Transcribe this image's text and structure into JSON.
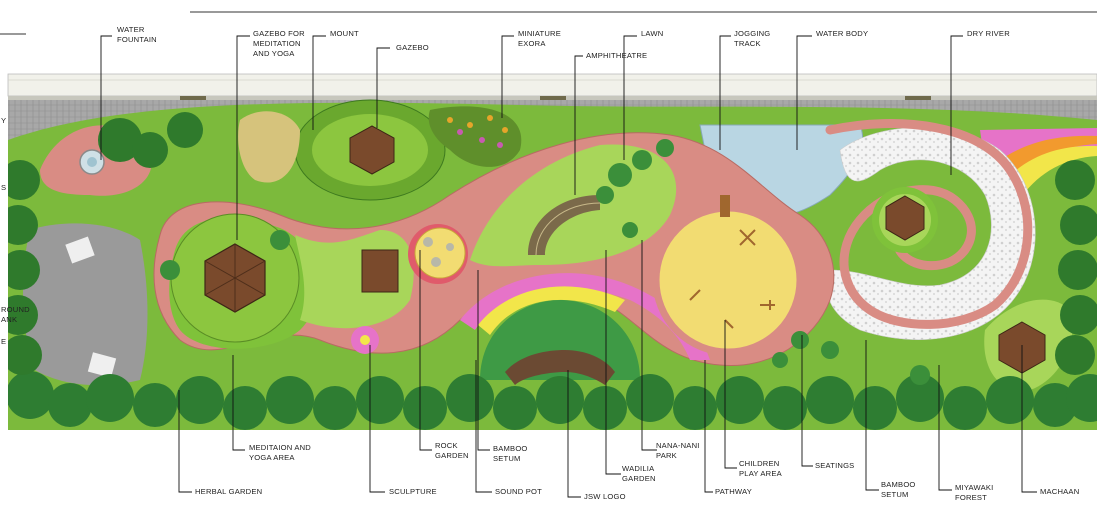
{
  "title": "",
  "labels": {
    "water_fountain": [
      "WATER",
      "FOUNTAIN"
    ],
    "gazebo_meditation": [
      "GAZEBO FOR",
      "MEDITATION",
      "AND YOGA"
    ],
    "mount": [
      "MOUNT"
    ],
    "gazebo": [
      "GAZEBO"
    ],
    "miniature_exora": [
      "MINIATURE",
      "EXORA"
    ],
    "amphitheatre": [
      "AMPHITHEATRE"
    ],
    "lawn": [
      "LAWN"
    ],
    "jogging_track": [
      "JOGGING",
      "TRACK"
    ],
    "water_body": [
      "WATER BODY"
    ],
    "dry_river": [
      "DRY RIVER"
    ],
    "meditation_yoga_area": [
      "MEDITAION AND",
      "YOGA AREA"
    ],
    "herbal_garden": [
      "HERBAL GARDEN"
    ],
    "rock_garden": [
      "ROCK",
      "GARDEN"
    ],
    "sculpture": [
      "SCULPTURE"
    ],
    "bamboo_setum_1": [
      "BAMBOO",
      "SETUM"
    ],
    "sound_pot": [
      "SOUND POT"
    ],
    "jsw_logo": [
      "JSW LOGO"
    ],
    "wadilia_garden": [
      "WADILIA",
      "GARDEN"
    ],
    "nana_nani_park": [
      "NANA-NANI",
      "PARK"
    ],
    "pathway": [
      "PATHWAY"
    ],
    "children_play_area": [
      "CHILDREN",
      "PLAY AREA"
    ],
    "seatings": [
      "SEATINGS"
    ],
    "bamboo_setum_2": [
      "BAMBOO",
      "SETUM"
    ],
    "miyawaki_forest": [
      "MIYAWAKI",
      "FOREST"
    ],
    "machaan": [
      "MACHAAN"
    ],
    "cut_left_1": [
      "Y"
    ],
    "cut_left_2": [
      "S"
    ],
    "cut_left_3": [
      "ROUND",
      "ANK"
    ],
    "cut_left_4": [
      "E"
    ]
  },
  "colors": {
    "pathway": "#d98c84",
    "lawn": "#7fc23a",
    "lawn_light": "#a8d65a",
    "play_area": "#f2dc72",
    "water": "#b9d6e3",
    "trees": "#2e7d32",
    "road": "#9c9c9c",
    "gazebo_roof": "#7a4a2c",
    "flower_pink": "#e673c8",
    "flower_yellow": "#f2e64a"
  }
}
